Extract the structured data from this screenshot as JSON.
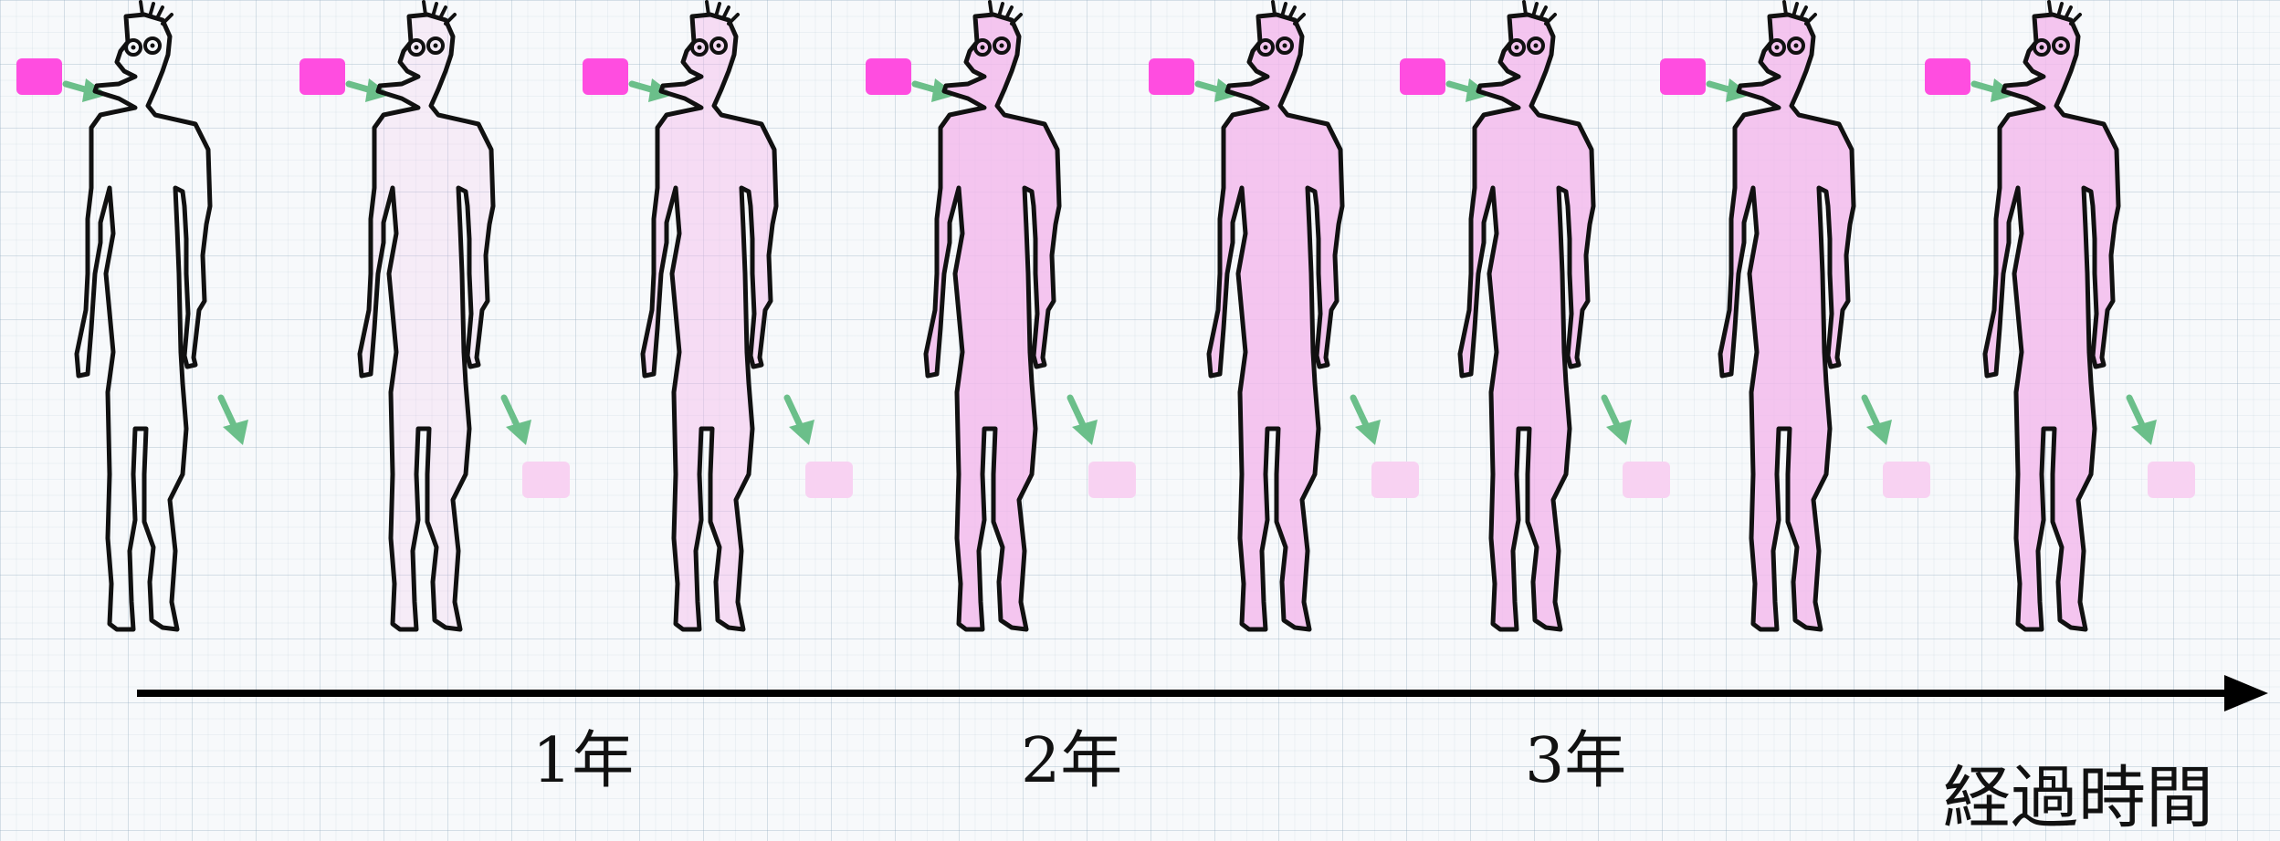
{
  "figures": [
    {
      "body_fill_opacity": 0.0,
      "intake_block_visible": true,
      "excrete_block_visible": false
    },
    {
      "body_fill_opacity": 0.2,
      "intake_block_visible": true,
      "excrete_block_visible": true
    },
    {
      "body_fill_opacity": 0.45,
      "intake_block_visible": true,
      "excrete_block_visible": true
    },
    {
      "body_fill_opacity": 0.8,
      "intake_block_visible": true,
      "excrete_block_visible": true
    },
    {
      "body_fill_opacity": 0.8,
      "intake_block_visible": true,
      "excrete_block_visible": true
    },
    {
      "body_fill_opacity": 0.8,
      "intake_block_visible": true,
      "excrete_block_visible": true
    },
    {
      "body_fill_opacity": 0.8,
      "intake_block_visible": true,
      "excrete_block_visible": true
    },
    {
      "body_fill_opacity": 0.8,
      "intake_block_visible": true,
      "excrete_block_visible": true
    }
  ],
  "time_labels": [
    "1年",
    "2年",
    "3年"
  ],
  "axis_label": "経過時間",
  "colors": {
    "intake_block": "#ff4de0",
    "body_fill": "#f3b8ec",
    "excrete_block": "#f8d2f2",
    "arrow": "#6bbf8a",
    "outline": "#111111",
    "axis": "#000000"
  }
}
